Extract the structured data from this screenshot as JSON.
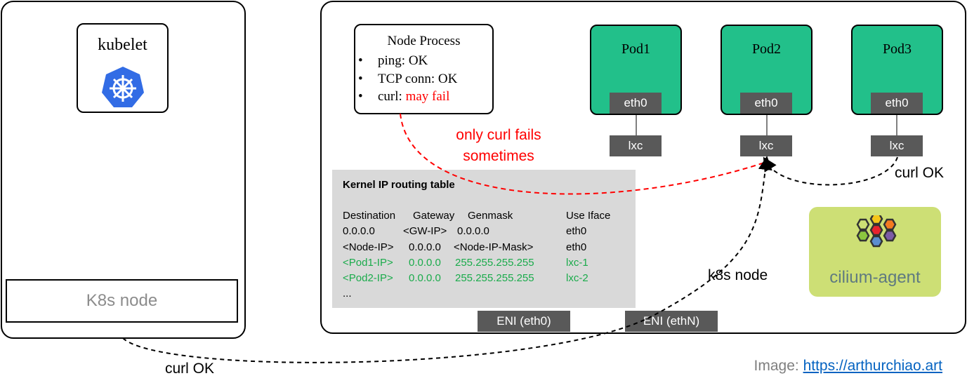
{
  "left_node": {
    "kubelet_label": "kubelet",
    "icon": "kubernetes-icon",
    "node_label": "K8s node"
  },
  "node_process": {
    "title": "Node Process",
    "items": [
      {
        "prefix": "ping: ",
        "status": "OK"
      },
      {
        "prefix": "TCP conn: ",
        "status": "OK"
      },
      {
        "prefix": "curl: ",
        "status": "may fail"
      }
    ]
  },
  "pods": [
    {
      "name": "Pod1",
      "eth": "eth0",
      "lxc": "lxc"
    },
    {
      "name": "Pod2",
      "eth": "eth0",
      "lxc": "lxc"
    },
    {
      "name": "Pod3",
      "eth": "eth0",
      "lxc": "lxc"
    }
  ],
  "annotations": {
    "curl_fail": "only curl fails\nsometimes",
    "curl_ok_pod": "curl OK",
    "k8s_node": "k8s node",
    "curl_ok_node": "curl OK"
  },
  "routing_table": {
    "title": "Kernel IP routing table",
    "headers": [
      "Destination",
      "Gateway",
      "Genmask",
      "Use Iface"
    ],
    "rows": [
      [
        "0.0.0.0",
        "<GW-IP>",
        "0.0.0.0",
        "eth0"
      ],
      [
        "<Node-IP>",
        "0.0.0.0",
        "<Node-IP-Mask>",
        "eth0"
      ],
      [
        "<Pod1-IP>",
        "0.0.0.0",
        "255.255.255.255",
        "lxc-1"
      ],
      [
        "<Pod2-IP>",
        "0.0.0.0",
        "255.255.255.255",
        "lxc-2"
      ]
    ],
    "more": "..."
  },
  "enis": [
    "ENI (eth0)",
    "ENI (ethN)"
  ],
  "cilium": {
    "label": "cilium-agent",
    "icon": "cilium-hex-icon"
  },
  "credit": {
    "prefix": "Image: ",
    "link": "https://arthurchiao.art"
  },
  "colors": {
    "pod": "#22c08a",
    "device": "#595959",
    "table": "#d9d9d9",
    "cilium_bg": "#cddf75",
    "red": "#ff0000",
    "green": "#1aab4b",
    "link": "#0563c1"
  }
}
